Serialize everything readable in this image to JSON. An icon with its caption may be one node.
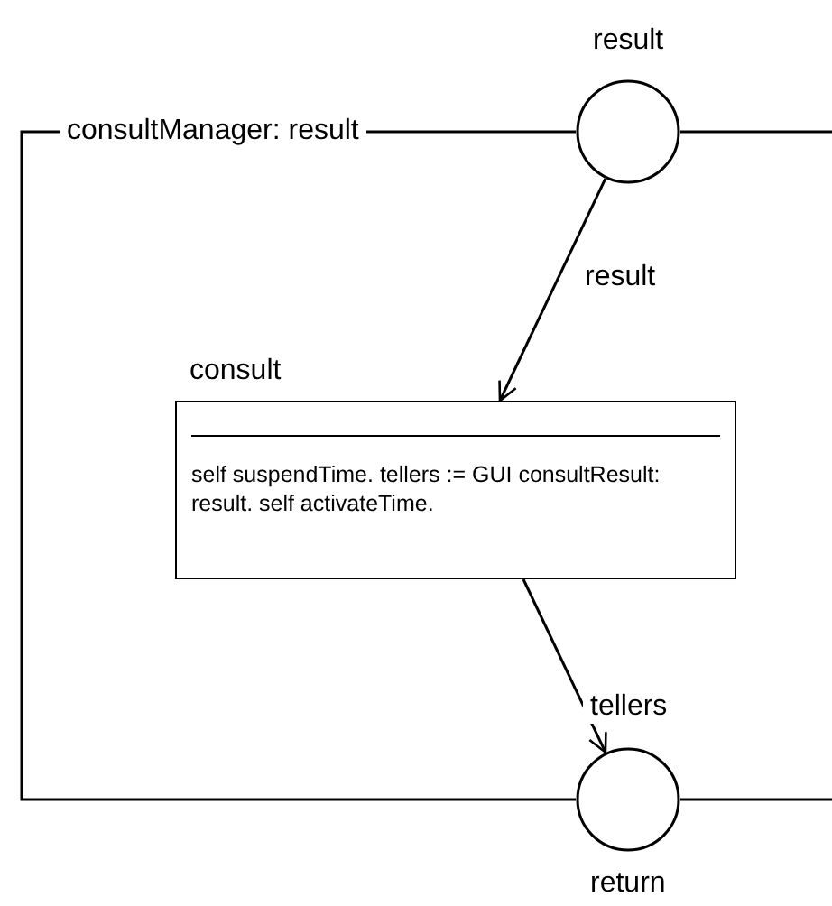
{
  "diagram": {
    "nodes": [
      {
        "text": [],
        "shape": "circle",
        "beside": [
          "result"
        ]
      },
      {
        "text": [
          "consult",
          "self suspendTime. tellers := GUI consultResult: result. self activateTime."
        ]
      },
      {
        "text": [],
        "shape": "circle",
        "beside": [
          "return"
        ]
      }
    ],
    "edges": [
      {
        "from": 0,
        "to": 1,
        "arrow": "to",
        "label": "result"
      },
      {
        "from": 1,
        "to": 2,
        "arrow": "to",
        "label": "tellers"
      },
      {
        "from": 0,
        "to": 2,
        "arrow": "none",
        "label": "consultManager: result"
      },
      {
        "from": 0,
        "to": null,
        "arrow": "none"
      },
      {
        "from": 2,
        "to": null,
        "arrow": "none"
      }
    ]
  }
}
